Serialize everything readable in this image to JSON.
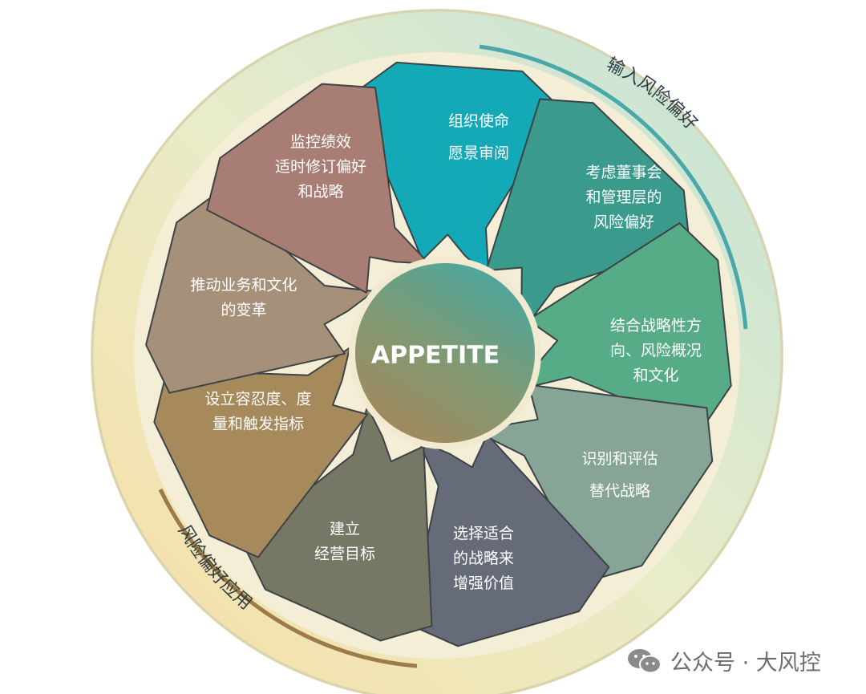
{
  "center": {
    "label": "APPETITE"
  },
  "arcs": {
    "top_right": "输入风险偏好",
    "bottom_left": "风险偏好应用"
  },
  "segments": [
    {
      "id": "mission",
      "lines": [
        "组织使命",
        "愿景审阅"
      ],
      "color": "#13a9b6"
    },
    {
      "id": "board",
      "lines": [
        "考虑董事会",
        "和管理层的",
        "风险偏好"
      ],
      "color": "#3a9a8c"
    },
    {
      "id": "strategy",
      "lines": [
        "结合战略性方",
        "向、风险概况",
        "和文化"
      ],
      "color": "#56ac86"
    },
    {
      "id": "alternatives",
      "lines": [
        "识别和评估",
        "替代战略"
      ],
      "color": "#86a596"
    },
    {
      "id": "select",
      "lines": [
        "选择适合",
        "的战略来",
        "增强价值"
      ],
      "color": "#656b78"
    },
    {
      "id": "objectives",
      "lines": [
        "建立",
        "经营目标"
      ],
      "color": "#767765"
    },
    {
      "id": "tolerance",
      "lines": [
        "设立容忍度、度",
        "量和触发指标"
      ],
      "color": "#a78a5c"
    },
    {
      "id": "change",
      "lines": [
        "推动业务和文化",
        "的变革"
      ],
      "color": "#a79079"
    },
    {
      "id": "monitor",
      "lines": [
        "监控绩效",
        "适时修订偏好",
        "和战略"
      ],
      "color": "#a87d74"
    }
  ],
  "watermark": {
    "text": "公众号 · 大风控",
    "icon": "wechat-icon"
  }
}
